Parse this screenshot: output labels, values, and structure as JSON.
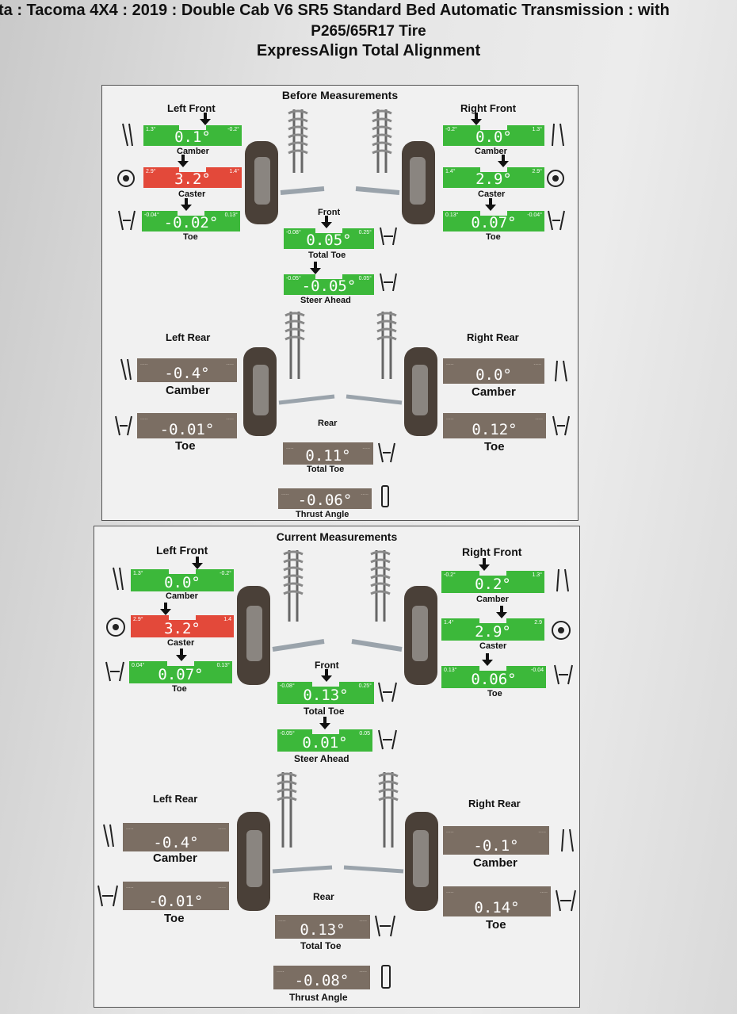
{
  "header": {
    "line1": "ta : Tacoma 4X4 : 2019 : Double Cab V6 SR5 Standard Bed Automatic Transmission : with",
    "line2": "P265/65R17 Tire",
    "line3": "ExpressAlign Total Alignment"
  },
  "before": {
    "title": "Before Measurements",
    "left_front": "Left Front",
    "right_front": "Right Front",
    "front": "Front",
    "left_rear": "Left Rear",
    "right_rear": "Right Rear",
    "rear": "Rear",
    "lf_camber": {
      "value": "0.1°",
      "min": "1.3°",
      "max": "-0.2°",
      "label": "Camber"
    },
    "lf_caster": {
      "value": "3.2°",
      "min": "2.9°",
      "max": "1.4°",
      "label": "Caster"
    },
    "lf_toe": {
      "value": "-0.02°",
      "min": "-0.04°",
      "max": "0.13°",
      "label": "Toe"
    },
    "rf_camber": {
      "value": "0.0°",
      "min": "-0.2°",
      "max": "1.3°",
      "label": "Camber"
    },
    "rf_caster": {
      "value": "2.9°",
      "min": "1.4°",
      "max": "2.9°",
      "label": "Caster"
    },
    "rf_toe": {
      "value": "0.07°",
      "min": "0.13°",
      "max": "-0.04°",
      "label": "Toe"
    },
    "total_toe": {
      "value": "0.05°",
      "min": "-0.08°",
      "max": "0.25°",
      "label": "Total Toe"
    },
    "steer_ahead": {
      "value": "-0.05°",
      "min": "-0.05°",
      "max": "0.05°",
      "label": "Steer Ahead"
    },
    "lr_camber": {
      "value": "-0.4°",
      "label": "Camber"
    },
    "lr_toe": {
      "value": "-0.01°",
      "label": "Toe"
    },
    "rr_camber": {
      "value": "0.0°",
      "label": "Camber"
    },
    "rr_toe": {
      "value": "0.12°",
      "label": "Toe"
    },
    "rear_total_toe": {
      "value": "0.11°",
      "label": "Total Toe"
    },
    "thrust_angle": {
      "value": "-0.06°",
      "label": "Thrust Angle"
    }
  },
  "current": {
    "title": "Current Measurements",
    "left_front": "Left Front",
    "right_front": "Right Front",
    "front": "Front",
    "left_rear": "Left Rear",
    "right_rear": "Right Rear",
    "rear": "Rear",
    "lf_camber": {
      "value": "0.0°",
      "min": "1.3°",
      "max": "-0.2°",
      "label": "Camber"
    },
    "lf_caster": {
      "value": "3.2°",
      "min": "2.9°",
      "max": "1.4",
      "label": "Caster"
    },
    "lf_toe": {
      "value": "0.07°",
      "min": "0.04°",
      "max": "0.13°",
      "label": "Toe"
    },
    "rf_camber": {
      "value": "0.2°",
      "min": "-0.2°",
      "max": "1.3°",
      "label": "Camber"
    },
    "rf_caster": {
      "value": "2.9°",
      "min": "1.4°",
      "max": "2.9",
      "label": "Caster"
    },
    "rf_toe": {
      "value": "0.06°",
      "min": "0.13°",
      "max": "-0.04",
      "label": "Toe"
    },
    "total_toe": {
      "value": "0.13°",
      "min": "-0.08°",
      "max": "0.25°",
      "label": "Total Toe"
    },
    "steer_ahead": {
      "value": "0.01°",
      "min": "-0.05°",
      "max": "0.05",
      "label": "Steer Ahead"
    },
    "lr_camber": {
      "value": "-0.4°",
      "label": "Camber"
    },
    "lr_toe": {
      "value": "-0.01°",
      "label": "Toe"
    },
    "rr_camber": {
      "value": "-0.1°",
      "label": "Camber"
    },
    "rr_toe": {
      "value": "0.14°",
      "label": "Toe"
    },
    "rear_total_toe": {
      "value": "0.13°",
      "label": "Total Toe"
    },
    "thrust_angle": {
      "value": "-0.08°",
      "label": "Thrust Angle"
    }
  },
  "colors": {
    "in_spec": "#3cb83a",
    "out_of_spec": "#e3493a",
    "no_spec": "#7b6e63"
  }
}
